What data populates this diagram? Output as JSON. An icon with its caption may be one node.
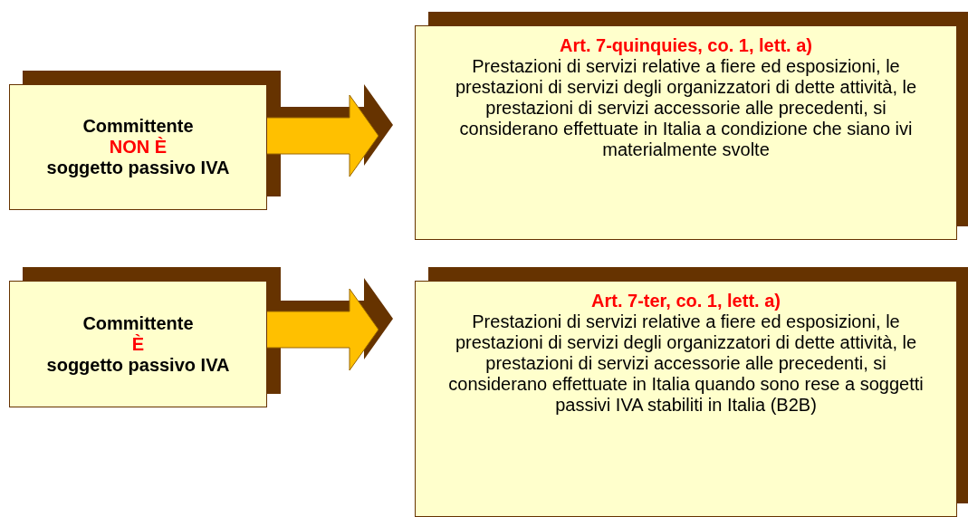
{
  "diagram": {
    "nodes": [
      {
        "text": [
          "Committente",
          "NON È",
          "soggetto passivo IVA"
        ]
      },
      {
        "text": [
          "Art. 7-quinquies, co. 1, lett. a)",
          "Prestazioni di servizi relative a fiere ed esposizioni, le prestazioni di servizi degli organizzatori di dette attività, le prestazioni di servizi accessorie alle precedenti, si considerano effettuate in Italia a condizione che siano ivi materialmente svolte"
        ]
      },
      {
        "text": [
          "Committente",
          "È",
          "soggetto passivo IVA"
        ]
      },
      {
        "text": [
          "Art. 7-ter, co. 1, lett. a)",
          "Prestazioni di servizi relative a fiere ed esposizioni, le prestazioni di servizi degli organizzatori di dette attività, le prestazioni di servizi accessorie alle precedenti, si considerano effettuate in Italia quando sono rese a soggetti passivi IVA stabiliti in Italia (B2B)"
        ]
      }
    ],
    "edges": [
      {
        "from": 0,
        "to": 1,
        "arrow": "to"
      },
      {
        "from": 2,
        "to": 3,
        "arrow": "to"
      }
    ]
  }
}
